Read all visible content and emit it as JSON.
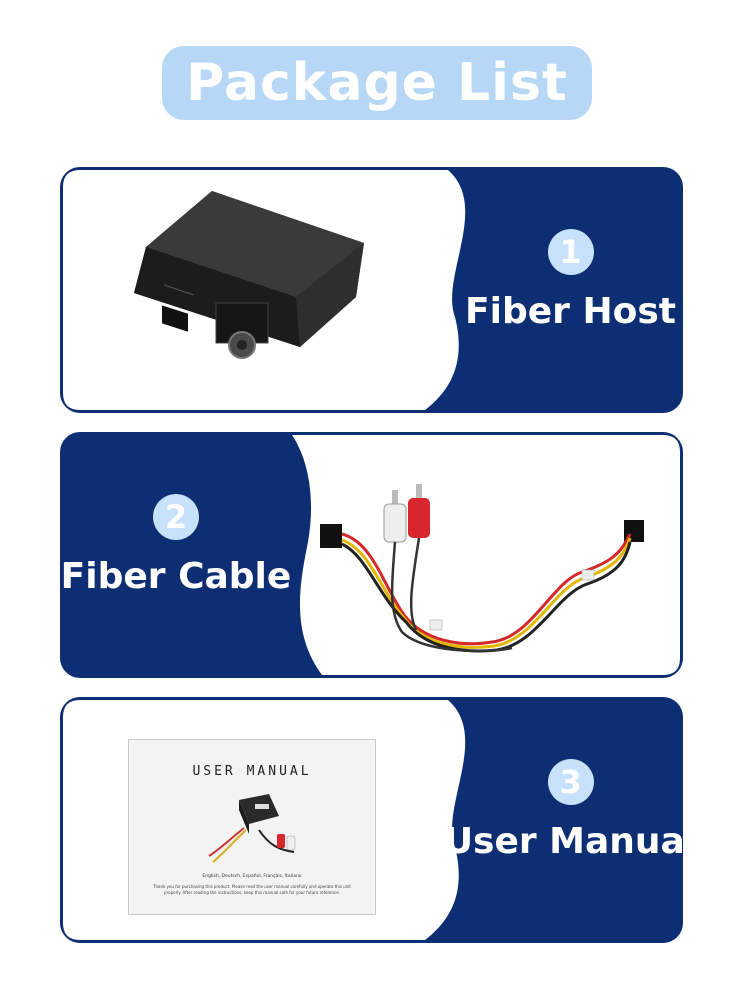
{
  "page": {
    "title": "Package List",
    "background": "#ffffff",
    "title_color": "#b6d7f6",
    "panel_color": "#0e2e74",
    "number_circle_color": "#c7e1fb"
  },
  "items": [
    {
      "number": "1",
      "label": "Fiber Host",
      "image": "black-fiber-box"
    },
    {
      "number": "2",
      "label": "Fiber Cable",
      "image": "rca-wiring-harness"
    },
    {
      "number": "3",
      "label": "User Manual",
      "image": "user-manual-booklet",
      "manual": {
        "title": "USER MANUAL",
        "languages": "English, Deutsch, Español, Français, Italiano",
        "body": "Thank you for purchasing this product. Please read the user manual carefully and operate this unit properly. After reading the instructions, keep this manual safe for your future reference."
      }
    }
  ]
}
